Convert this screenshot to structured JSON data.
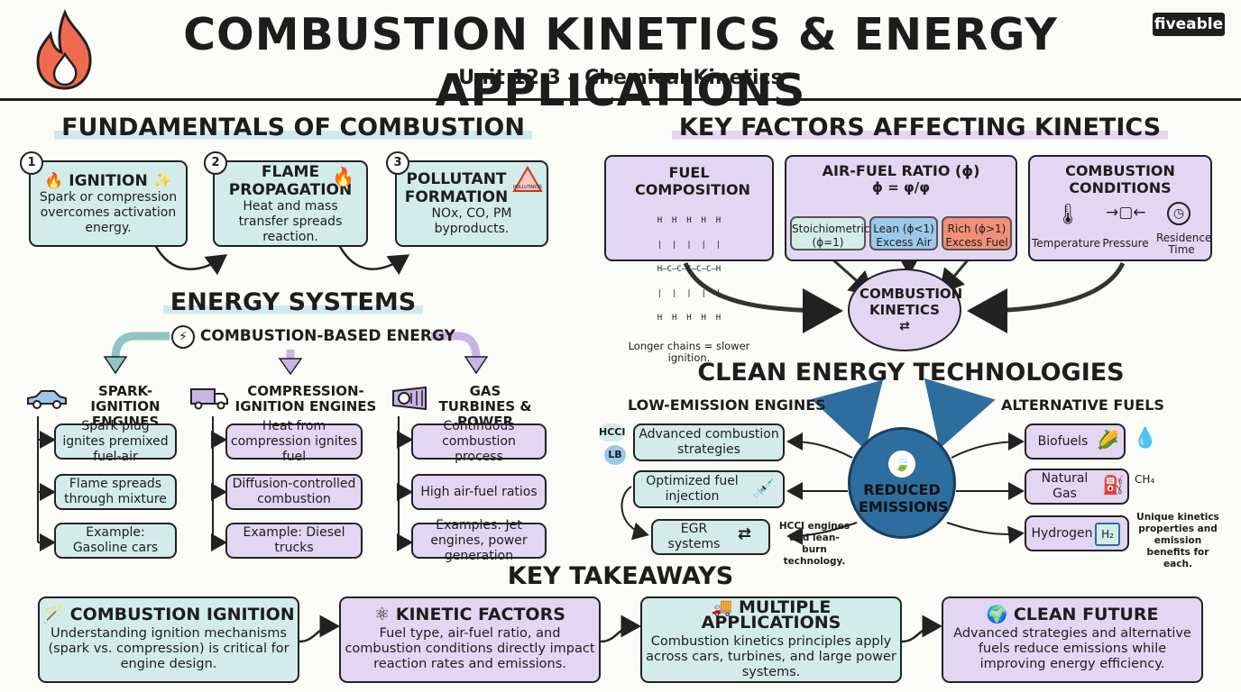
{
  "header": {
    "title": "COMBUSTION KINETICS & ENERGY APPLICATIONS",
    "subtitle": "Unit 12.3 – Chemical Kinetics",
    "brand": "fiveable"
  },
  "fundamentals": {
    "heading": "FUNDAMENTALS OF COMBUSTION",
    "steps": [
      {
        "num": "1",
        "title": "IGNITION",
        "text": "Spark or compression overcomes activation energy."
      },
      {
        "num": "2",
        "title": "FLAME PROPAGATION",
        "text": "Heat and mass transfer spreads reaction."
      },
      {
        "num": "3",
        "title": "POLLUTANT FORMATION",
        "text": "NOx, CO, PM byproducts.",
        "sign": "POLLUTANTS"
      }
    ]
  },
  "energy_systems": {
    "heading": "ENERGY SYSTEMS",
    "root": "COMBUSTION-BASED ENERGY",
    "columns": [
      {
        "title": "SPARK-IGNITION ENGINES",
        "items": [
          "Spark plug ignites premixed fuel-air",
          "Flame spreads through mixture",
          "Example: Gasoline cars"
        ]
      },
      {
        "title": "COMPRESSION-IGNITION ENGINES",
        "items": [
          "Heat from compression ignites fuel",
          "Diffusion-controlled combustion",
          "Example: Diesel trucks"
        ]
      },
      {
        "title": "GAS TURBINES & POWER PLANTS",
        "items": [
          "Continuous combustion process",
          "High air-fuel ratios",
          "Examples: Jet engines, power generation"
        ]
      }
    ]
  },
  "key_factors": {
    "heading": "KEY FACTORS AFFECTING KINETICS",
    "fuel": {
      "title": "FUEL COMPOSITION",
      "formula": [
        "H  H  H  H  H",
        "|  |  |  |  |",
        "H–C–C–C–C–C–H",
        "|  |  |  |  |",
        "H  H  H  H  H"
      ],
      "note": "Longer chains = slower ignition."
    },
    "afr": {
      "title": "AIR-FUEL RATIO (ϕ)",
      "formula": "ϕ = φ/φ",
      "options": [
        {
          "label": "Stoichiometric",
          "sub": "(ϕ=1)",
          "color": "#d3ecea"
        },
        {
          "label": "Lean (ϕ<1)",
          "sub": "Excess Air",
          "color": "#9cc8ea"
        },
        {
          "label": "Rich (ϕ>1)",
          "sub": "Excess Fuel",
          "color": "#f28f78"
        }
      ]
    },
    "conditions": {
      "title": "COMBUSTION CONDITIONS",
      "items": [
        "Temperature",
        "Pressure",
        "Residence Time"
      ]
    },
    "center": "COMBUSTION KINETICS"
  },
  "clean_energy": {
    "heading": "CLEAN ENERGY TECHNOLOGIES",
    "left_heading": "LOW-EMISSION ENGINES",
    "right_heading": "ALTERNATIVE FUELS",
    "center": "REDUCED EMISSIONS",
    "badges": [
      "HCCI",
      "LB"
    ],
    "left_items": [
      "Advanced combustion strategies",
      "Optimized fuel injection",
      "EGR systems"
    ],
    "left_note": "HCCI engines and lean-burn technology.",
    "right_items": [
      "Biofuels",
      "Natural Gas",
      "Hydrogen"
    ],
    "ch4": "CH₄",
    "h2": "H₂",
    "right_note": "Unique kinetics properties and emission benefits for each."
  },
  "takeaways": {
    "heading": "KEY TAKEAWAYS",
    "cards": [
      {
        "title": "COMBUSTION IGNITION",
        "text": "Understanding ignition mechanisms (spark vs. compression) is critical for engine design.",
        "color": "#d3ecea"
      },
      {
        "title": "KINETIC FACTORS",
        "text": "Fuel type, air-fuel ratio, and combustion conditions directly impact reaction rates and emissions.",
        "color": "#e2d6f2"
      },
      {
        "title": "MULTIPLE APPLICATIONS",
        "text": "Combustion kinetics principles apply across cars, turbines, and large power systems.",
        "color": "#d3ecea"
      },
      {
        "title": "CLEAN FUTURE",
        "text": "Advanced strategies and alternative fuels reduce emissions while improving energy efficiency.",
        "color": "#e2d6f2"
      }
    ]
  },
  "colors": {
    "teal": "#d3ecea",
    "purple": "#e2d6f2",
    "blue": "#2e6e9e",
    "flame": "#ef6b4f"
  }
}
